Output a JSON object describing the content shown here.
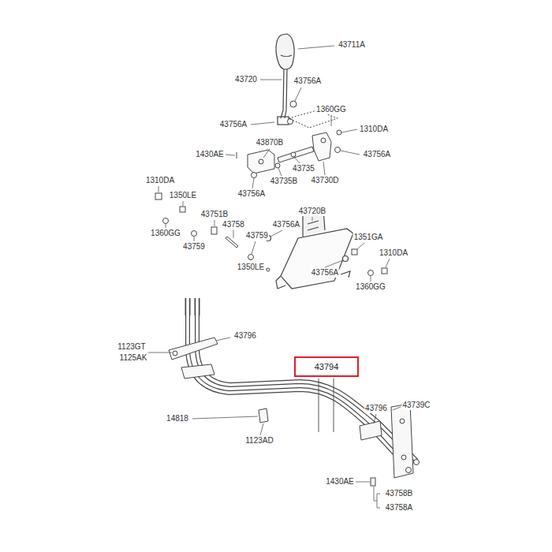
{
  "diagram": {
    "nodes": [
      {
        "text": [
          "43794"
        ]
      }
    ],
    "labels": [
      "43711A",
      "43720",
      "43756A",
      "1360GG",
      "43756A",
      "1310DA",
      "43870B",
      "1430AE",
      "43756A",
      "43735",
      "43735B",
      "43730D",
      "43756A",
      "1310DA",
      "1350LE",
      "43751B",
      "43720B",
      "1360GG",
      "43758",
      "43756A",
      "43759",
      "1351GA",
      "1310DA",
      "43759",
      "1350LE",
      "43756A",
      "1360GG",
      "43796",
      "1123GT",
      "1125AK",
      "43796",
      "43739C",
      "14818",
      "1123AD",
      "1430AE",
      "43758B",
      "43758A"
    ]
  }
}
